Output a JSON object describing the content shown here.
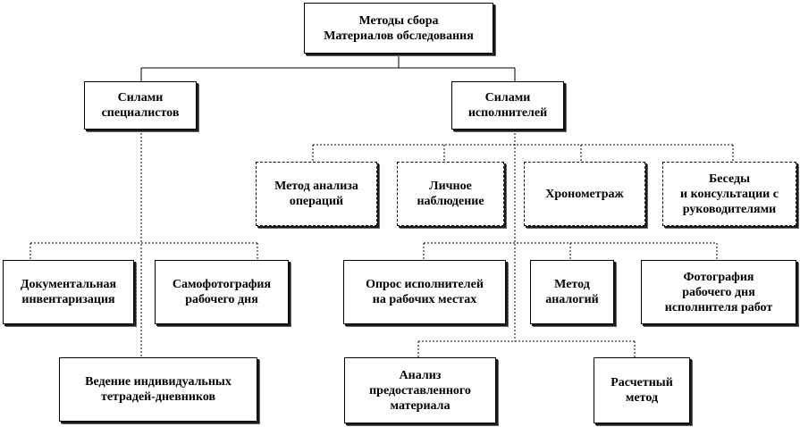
{
  "root": {
    "label": "Методы сбора\nМатериалов  обследования"
  },
  "specialists": {
    "label": "Силами\nспециалистов",
    "methods": [
      "Документальная\nинвентаризация",
      "Самофотография\nрабочего дня",
      "Ведение  индивидуальных\nтетрадей-дневников"
    ]
  },
  "performers": {
    "label": "Силами\nисполнителей",
    "group_a": [
      "Метод  анализа\nопераций",
      "Личное\nнаблюдение",
      "Хронометраж",
      "Беседы\nи  консультации  с\nруководителями"
    ],
    "group_b": [
      "Опрос  исполнителей\nна рабочих  местах",
      "Метод\nаналогий",
      "Фотография\nрабочего дня\nисполнителя  работ"
    ],
    "group_c": [
      "Анализ\nпредоставленного\nматериала",
      "Расчетный\nметод"
    ]
  }
}
